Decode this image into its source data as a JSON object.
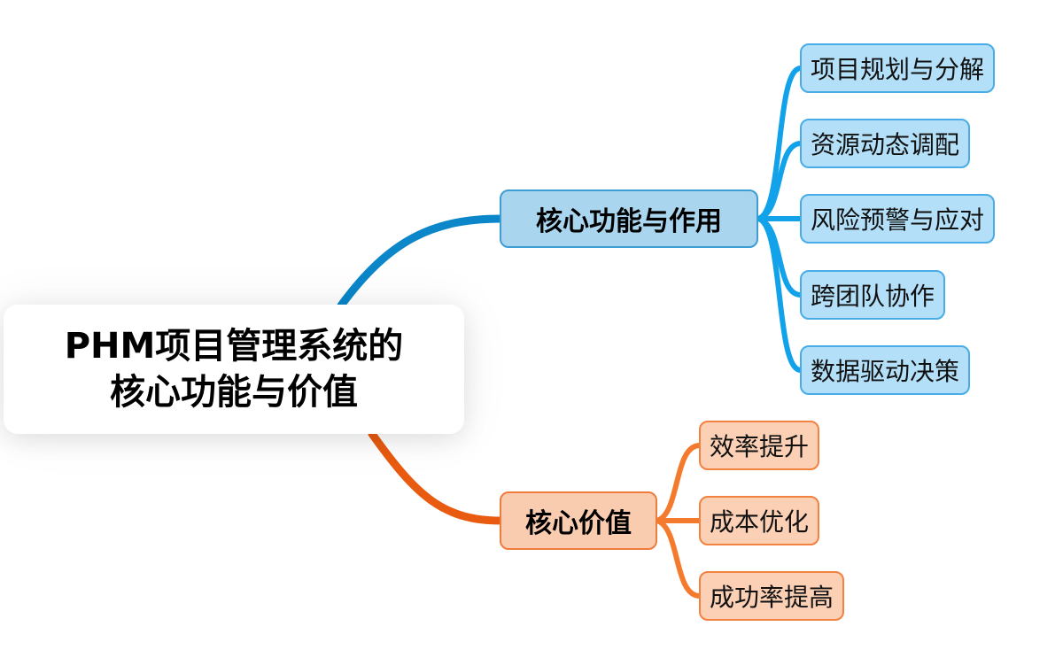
{
  "colors": {
    "branch_functions": "#0A86C9",
    "branch_functions_children": "#12A2EA",
    "branch_value": "#E85B10",
    "branch_value_children": "#F47B2E",
    "root_bg": "#FFFFFF",
    "functions_fill": "#A9D6EE",
    "functions_leaf_fill": "#B3E0F8",
    "value_fill": "#F9CCB0",
    "value_leaf_fill": "#FBD0B5"
  },
  "root": {
    "line1": "PHM项目管理系统的",
    "line2": "核心功能与价值"
  },
  "branches": [
    {
      "label": "核心功能与作用",
      "children": [
        {
          "label": "项目规划与分解"
        },
        {
          "label": "资源动态调配"
        },
        {
          "label": "风险预警与应对"
        },
        {
          "label": "跨团队协作"
        },
        {
          "label": "数据驱动决策"
        }
      ]
    },
    {
      "label": "核心价值",
      "children": [
        {
          "label": "效率提升"
        },
        {
          "label": "成本优化"
        },
        {
          "label": "成功率提高"
        }
      ]
    }
  ]
}
